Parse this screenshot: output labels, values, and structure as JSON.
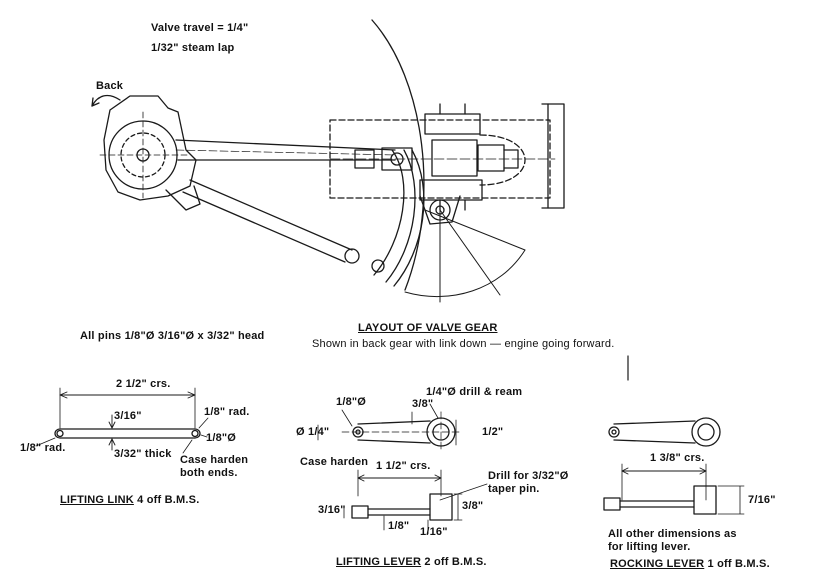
{
  "notes": {
    "valve_travel": "Valve travel = 1/4\"",
    "steam_lap": "1/32\" steam lap",
    "back": "Back",
    "all_pins": "All pins 1/8\"Ø  3/16\"Ø x 3/32\" head"
  },
  "layout": {
    "title": "LAYOUT OF VALVE GEAR",
    "subtitle": "Shown in back gear with link down — engine going forward."
  },
  "lifting_link": {
    "title": "LIFTING LINK",
    "qty": "4 off B.M.S.",
    "dim_centres": "2 1/2\" crs.",
    "dim_width": "3/16\"",
    "dim_rad_right": "1/8\" rad.",
    "dim_rad_left": "1/8\" rad.",
    "dim_hole": "1/8\"Ø",
    "dim_thick": "3/32\" thick",
    "note_case": "Case harden both ends."
  },
  "lifting_lever": {
    "title": "LIFTING LEVER",
    "qty": "2 off B.M.S.",
    "dim_hole_small": "1/8\"Ø",
    "dim_boss": "3/8\"",
    "dim_drill": "1/4\"Ø drill & ream",
    "dim_dia_left": "Ø 1/4\"",
    "dim_height_right": "1/2\"",
    "note_case": "Case harden",
    "dim_centres": "1 1/2\" crs.",
    "note_drill": "Drill for 3/32\"Ø taper pin.",
    "dim_left_thk": "3/16\"",
    "dim_web": "1/8\"",
    "dim_boss_len": "1/16\"",
    "dim_right_thk": "3/8\""
  },
  "rocking_lever": {
    "title": "ROCKING LEVER",
    "qty": "1 off B.M.S.",
    "dim_centres": "1 3/8\" crs.",
    "dim_boss": "7/16\"",
    "note": "All other dimensions as for lifting lever."
  }
}
